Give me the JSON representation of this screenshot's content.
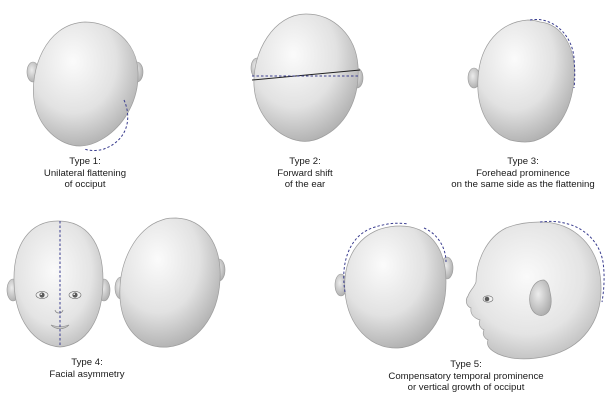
{
  "figure": {
    "panels": [
      {
        "id": "type1",
        "caption": [
          "Type 1:",
          "Unilateral flattening",
          "of occiput"
        ]
      },
      {
        "id": "type2",
        "caption": [
          "Type 2:",
          "Forward shift",
          "of the ear"
        ]
      },
      {
        "id": "type3",
        "caption": [
          "Type 3:",
          "Forehead prominence",
          "on the same side as the flattening"
        ]
      },
      {
        "id": "type4",
        "caption": [
          "Type 4:",
          "Facial asymmetry"
        ]
      },
      {
        "id": "type5",
        "caption": [
          "Type 5:",
          "Compensatory temporal prominence",
          "or vertical growth of occiput"
        ]
      }
    ],
    "colors": {
      "skin_light": "#f4f4f4",
      "skin_mid": "#d2d2d2",
      "skin_dark": "#9a9a9a",
      "outline": "#8c8c8c",
      "dashed_line": "#3a3d8f",
      "caption_text": "#1a1a1a"
    },
    "icons": [
      "head-top-view-icon",
      "infant-face-icon",
      "infant-profile-icon"
    ]
  }
}
